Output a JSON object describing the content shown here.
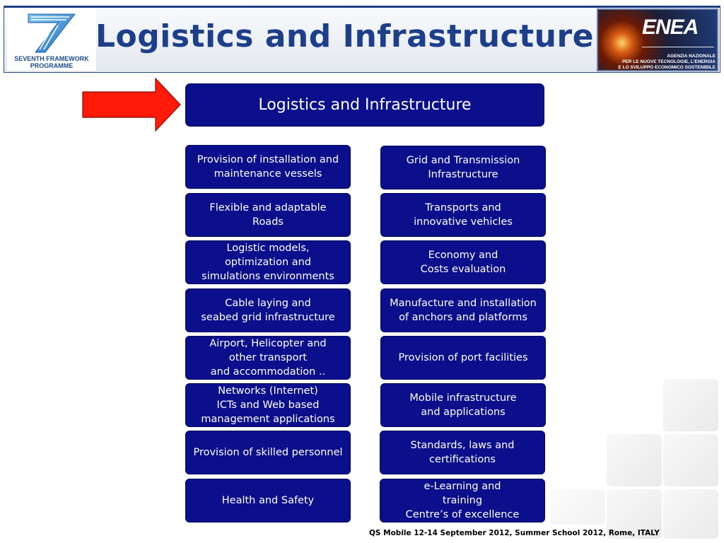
{
  "header": {
    "logo_left_line1": "SEVENTH FRAMEWORK",
    "logo_left_line2": "PROGRAMME",
    "title": "Logistics and Infrastructure",
    "logo_right_word": "ENEA",
    "logo_right_line1": "AGENZIA NAZIONALE",
    "logo_right_line2": "PER LE NUOVE TECNOLOGIE, L'ENERGIA",
    "logo_right_line3": "E LO SVILUPPO ECONOMICO SOSTENIBILE"
  },
  "main_box": "Logistics and Infrastructure",
  "left_column": [
    "Provision of installation and\nmaintenance vessels",
    "Flexible and adaptable\nRoads",
    "Logistic models,\noptimization and\nsimulations environments",
    "Cable laying and\nseabed grid infrastructure",
    "Airport, Helicopter and\nother transport\nand accommodation ..",
    "Networks (Internet)\nICTs and  Web based\nmanagement applications",
    "Provision of skilled personnel",
    "Health and Safety"
  ],
  "right_column": [
    "Grid and Transmission\nInfrastructure",
    "Transports and\ninnovative vehicles",
    "Economy and\nCosts evaluation",
    "Manufacture and installation\nof anchors and platforms",
    "Provision of port facilities",
    "Mobile infrastructure\nand applications",
    "Standards, laws and\ncertifications",
    "e-Learning and\ntraining\nCentre’s of excellence"
  ],
  "footer": "QS Mobile 12-14 September 2012, Summer School 2012, Rome, ITALY",
  "colors": {
    "box_fill": "#0b0f8c",
    "title_blue": "#1d3f8a",
    "arrow_red": "#ff1a0a"
  },
  "icons": {
    "arrow": "red-right-arrow"
  }
}
